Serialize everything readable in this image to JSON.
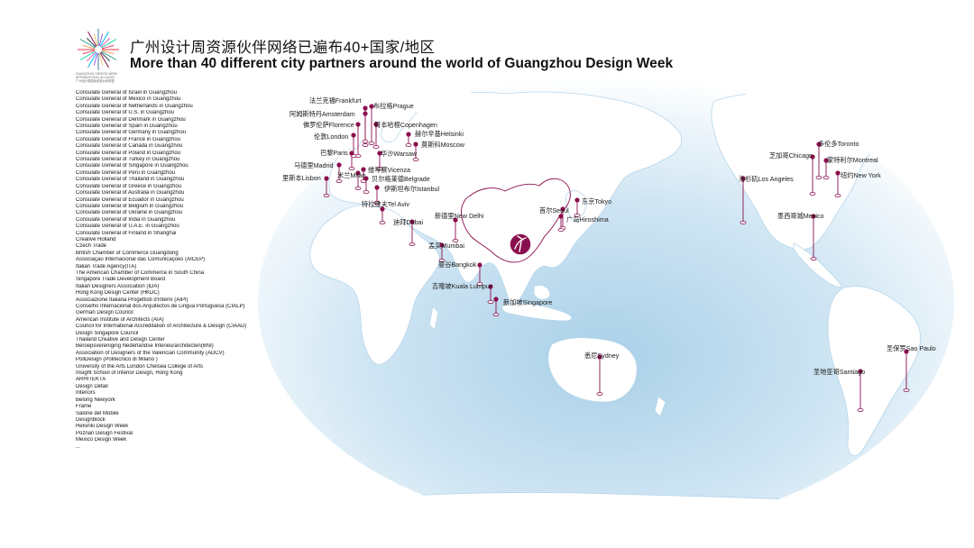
{
  "header": {
    "title_cn": "广州设计周资源伙伴网络已遍布40+国家/地区",
    "title_en": "More than 40 different city partners around the world of Guangzhou Design Week",
    "logo_text": "GUANGZHOU DESIGN WEEK\nINTERNATIONAL ALLIANCE\n广州设计周国际资源伙伴联盟"
  },
  "partners": [
    "Consulate General of Israel in Guangzhou",
    "Consulate General of Mexico in Guangzhou",
    "Consulate General of Netherlands in Guangzhou",
    "Consulate General of U.S. in Guangzhou",
    "Consulate General of Denmark in Guangzhou",
    "Consulate General of Spain in Guangzhou",
    "Consulate General of Germany in Guangzhou",
    "Consulate General of France in Guangzhou",
    "Consulate General of Canada in Guangzhou",
    "Consulate General of Poland in Guangzhou",
    "Consulate General of Turkey in Guangzhou",
    "Consulate General of Singapore in Guangzhou",
    "Consulate General of Peru in Guangzhou",
    "Consulate General of Thailand in Guangzhou",
    "Consulate General of Greece in Guangzhou",
    "Consulate General of Australia in Guangzhou",
    "Consulate General of Ecuador in Guangzhou",
    "Consulate General of Belgium in Guangzhou",
    "Consulate General of Ukraine in Guangzhou",
    "Consulate General of India in Guangzhou",
    "Consulate General of U.A.E. in Guangzhou",
    "Consulate General of Finland in Shanghai",
    "Creative Holland",
    "Czech Trade",
    "British Chamber of Commerce Guangdong",
    "Associação Internacional das Comunicações (AICEP)",
    "Italian Trade Agency(ITA)",
    "The American Chamber of Commerce in South China",
    "Singapore Trade Development Board",
    "Italian Designers Association (IDA)",
    "Hong Kong Design Center (HKDC)",
    "Associazione Italiana Progettisti d'Interni (AIPI)",
    "Conselho Internacional dos Arquitectos de Lingua Portuguesa (CIALP)",
    "German Design Council",
    "American Institute of Architects (AIA)",
    "Council for International Accreditation of Architecture & Design (CIAAD)",
    "Design Singapore Council",
    "Thailand Creative and Design Center",
    "Beroepsvereniging Nederlandse Interieurarchitecten(BNI)",
    "Association of Designers of the Valencian Community (ADCV)",
    "PoliDesign (Politecnico di Milano )",
    "University of the Arts London Chelsea College of Arts",
    "Insight School of Interior Design, Hong Kong",
    "ARHITEKTA",
    "Design Detail",
    "Interiors",
    "Belong Newyork",
    "Frame",
    "Salone del Mobile",
    "Designblock",
    "Helsinki Design Week",
    "Poznan Design Festival",
    "Mexico Design Week",
    "..."
  ],
  "cities": [
    {
      "label": "法兰克福Frankfurt"
    },
    {
      "label": "布拉格Prague"
    },
    {
      "label": "阿姆斯特丹Amsterdam"
    },
    {
      "label": "佛罗伦萨Florence"
    },
    {
      "label": "哥本哈根Copenhagen"
    },
    {
      "label": "伦敦London"
    },
    {
      "label": "赫尔辛基Helsinki"
    },
    {
      "label": "莫斯科Moscow"
    },
    {
      "label": "巴黎Paris"
    },
    {
      "label": "华沙Warsaw"
    },
    {
      "label": "马德里Madrid"
    },
    {
      "label": "维琴察Vicenza"
    },
    {
      "label": "里斯本Lisbon"
    },
    {
      "label": "米兰Milan"
    },
    {
      "label": "贝尔格莱德Belgrade"
    },
    {
      "label": "伊斯坦布尔Istanbul"
    },
    {
      "label": "特拉维夫Tel Aviv"
    },
    {
      "label": "迪拜Dubai"
    },
    {
      "label": "新德里New Delhi"
    },
    {
      "label": "孟买Mumbai"
    },
    {
      "label": "曼谷Bangkok"
    },
    {
      "label": "吉隆坡Kuala Lumpur"
    },
    {
      "label": "新加坡Singapore"
    },
    {
      "label": "首尔Seoul"
    },
    {
      "label": "东京Tokyo"
    },
    {
      "label": "广岛Hiroshima"
    },
    {
      "label": "悉尼Sydney"
    },
    {
      "label": "芝加哥Chicago"
    },
    {
      "label": "多伦多Toronto"
    },
    {
      "label": "蒙特利尔Montreal"
    },
    {
      "label": "纽约New York"
    },
    {
      "label": "洛杉矶Los Angeles"
    },
    {
      "label": "墨西哥城Mexico"
    },
    {
      "label": "圣保罗Sao Paulo"
    },
    {
      "label": "圣地亚哥Santiago"
    }
  ],
  "colors": {
    "ocean_edge": "#ffffff",
    "ocean_light": "#e8f3fa",
    "ocean_deep": "#a9d0e8",
    "land": "#ffffff",
    "land_stroke": "#b7d6ea",
    "marker": "#8a0f4e",
    "china_outline": "#8a0f4e",
    "hub": "#8a0f4e"
  },
  "icons": {
    "hub": "guangzhou-design-week-logo-icon",
    "marker": "location-pin-icon"
  }
}
